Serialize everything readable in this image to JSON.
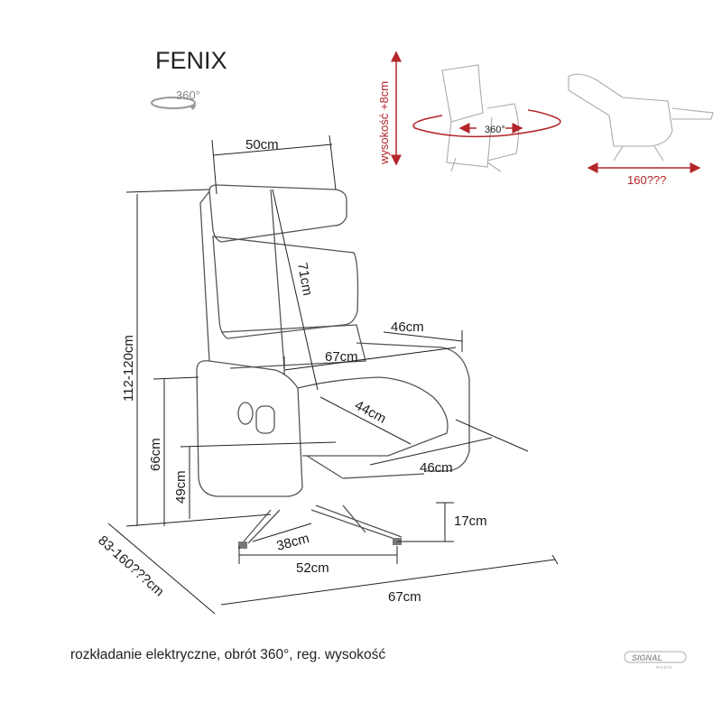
{
  "title": "FENIX",
  "rotation_badge": "360°",
  "dimensions": {
    "width_top": "50cm",
    "total_height": "112-120cm",
    "armrest_height": "66cm",
    "seat_height": "49cm",
    "back_height": "71cm",
    "depth_to_back": "67cm",
    "armrest_width": "46cm",
    "seat_depth": "44cm",
    "seat_width": "46cm",
    "base_height": "17cm",
    "base_leg": "38cm",
    "base_width": "52cm",
    "total_depth": "67cm",
    "reclined_length": "83-160???cm"
  },
  "inset": {
    "height_adjust": "wysokość +8cm",
    "rotation": "360°",
    "reclined": "160???"
  },
  "caption": "rozkładanie elektryczne, obrót 360°, reg. wysokość",
  "logo": {
    "name": "SIGNAL",
    "sub": "meble"
  },
  "colors": {
    "accent": "#b3262a",
    "text": "#1a1a1a"
  }
}
